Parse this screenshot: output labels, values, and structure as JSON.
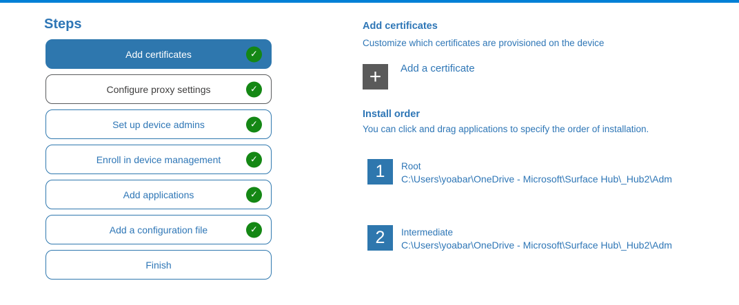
{
  "colors": {
    "top_bar": "#0080d6",
    "primary_blue": "#2e77ae",
    "text_blue": "#2e76b6",
    "check_green": "#148714",
    "tile_gray": "#5a5a5a"
  },
  "icons": {
    "plus": "+",
    "check": "✓"
  },
  "steps_panel": {
    "title": "Steps",
    "steps": [
      {
        "label": "Add certificates",
        "state": "selected",
        "completed": true
      },
      {
        "label": "Configure proxy settings",
        "state": "gray",
        "completed": true
      },
      {
        "label": "Set up device admins",
        "state": "normal",
        "completed": true
      },
      {
        "label": "Enroll in device management",
        "state": "normal",
        "completed": true
      },
      {
        "label": "Add applications",
        "state": "normal",
        "completed": true
      },
      {
        "label": "Add a configuration file",
        "state": "normal",
        "completed": true
      },
      {
        "label": "Finish",
        "state": "normal",
        "completed": false
      }
    ]
  },
  "content": {
    "heading": "Add certificates",
    "subheading": "Customize which certificates are provisioned on the device",
    "add_button_label": "Add a certificate",
    "install_order": {
      "heading": "Install order",
      "description": "You can click and drag applications to specify the order of installation.",
      "items": [
        {
          "order": "1",
          "name": "Root",
          "path": "C:\\Users\\yoabar\\OneDrive - Microsoft\\Surface Hub\\_Hub2\\Adm"
        },
        {
          "order": "2",
          "name": "Intermediate",
          "path": "C:\\Users\\yoabar\\OneDrive - Microsoft\\Surface Hub\\_Hub2\\Adm"
        }
      ]
    }
  }
}
